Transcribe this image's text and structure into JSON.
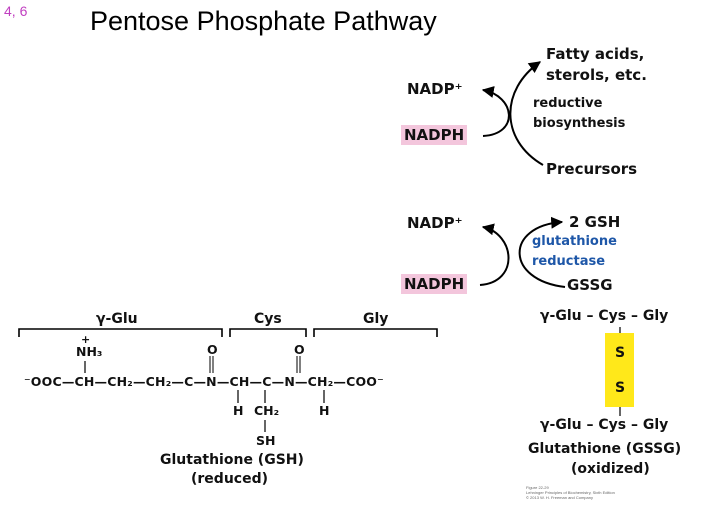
{
  "slide_number": "4, 6",
  "title": "Pentose Phosphate Pathway",
  "top_reaction": {
    "nadp_plus": "NADP⁺",
    "nadph": "NADPH",
    "product_line1": "Fatty acids,",
    "product_line2": "sterols, etc.",
    "process_line1": "reductive",
    "process_line2": "biosynthesis",
    "substrate": "Precursors"
  },
  "bottom_reaction": {
    "nadp_plus": "NADP⁺",
    "nadph": "NADPH",
    "product": "2 GSH",
    "enzyme_line1": "glutathione",
    "enzyme_line2": "reductase",
    "substrate": "GSSG"
  },
  "gsh_structure": {
    "residue_glu": "γ-Glu",
    "residue_cys": "Cys",
    "residue_gly": "Gly",
    "plus": "+",
    "nh3": "NH₃",
    "o1": "O",
    "o2": "O",
    "chain": "⁻OOC—CH—CH₂—CH₂—C—N—CH—C—N—CH₂—COO⁻",
    "h1": "H",
    "ch2": "CH₂",
    "h2": "H",
    "sh": "SH",
    "caption_line1": "Glutathione (GSH)",
    "caption_line2": "(reduced)"
  },
  "gssg_structure": {
    "top_chain": "γ-Glu – Cys – Gly",
    "s1": "S",
    "s2": "S",
    "bottom_chain": "γ-Glu – Cys – Gly",
    "caption_line1": "Glutathione (GSSG)",
    "caption_line2": "(oxidized)"
  },
  "credit": {
    "line1": "Figure 22-29",
    "line2": "Lehninger Principles of Biochemistry, Sixth Edition",
    "line3": "© 2013 W. H. Freeman and Company"
  },
  "colors": {
    "highlight_pink": "#f3c6dc",
    "disulfide_yellow": "#ffe81a",
    "enzyme_blue": "#1e57a8",
    "slide_number_magenta": "#c03fc0"
  }
}
